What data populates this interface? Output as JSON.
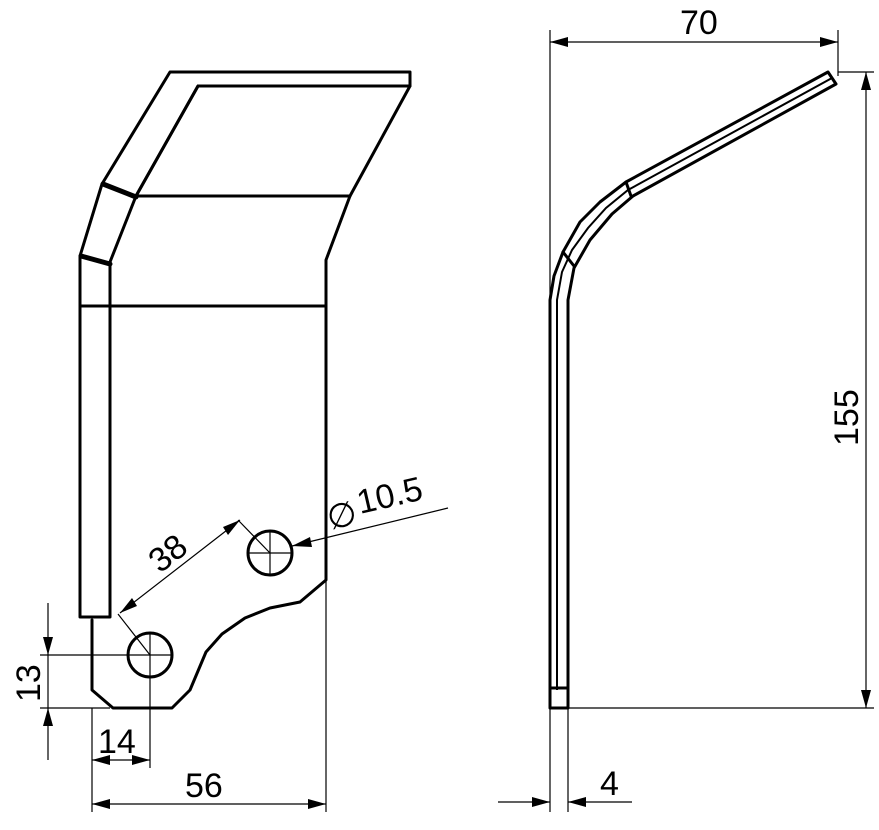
{
  "drawing": {
    "dimensions": {
      "hole_offset_y": "13",
      "hole_offset_x": "14",
      "overall_width_front": "56",
      "hole_spacing": "38",
      "hole_diameter_symbol": "∅",
      "hole_diameter": "10.5",
      "overall_width_side": "70",
      "overall_height": "155",
      "thickness": "4"
    },
    "colors": {
      "line": "#000000",
      "background": "#ffffff"
    }
  }
}
